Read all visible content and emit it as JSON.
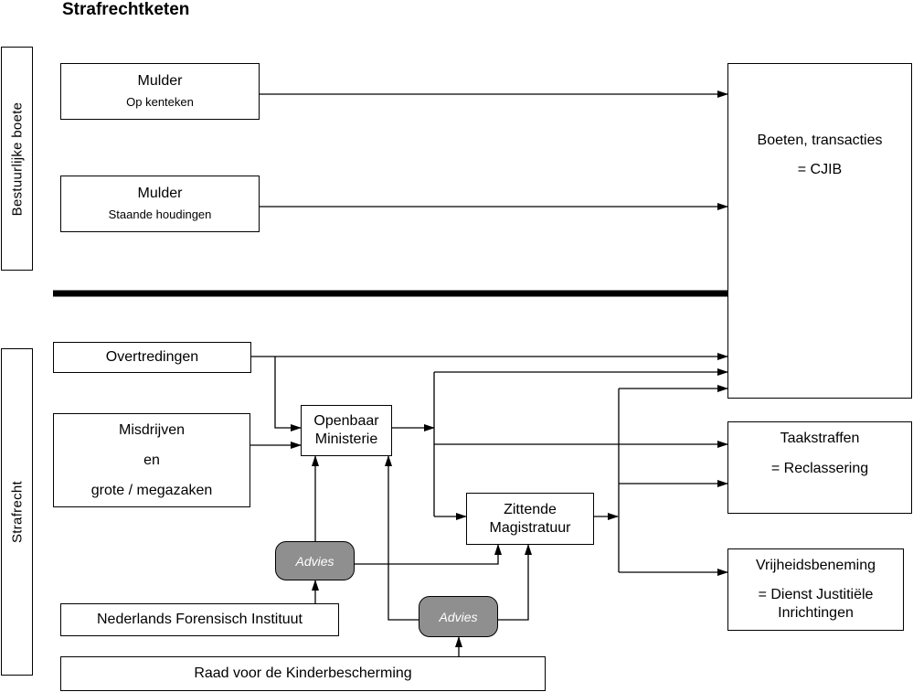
{
  "title": "Strafrechtketen",
  "sidebar": {
    "bestuurlijk": "Bestuurlijke  boete",
    "strafrecht": "Strafrecht"
  },
  "boxes": {
    "mulder1": {
      "title": "Mulder",
      "subtitle": "Op kenteken"
    },
    "mulder2": {
      "title": "Mulder",
      "subtitle": "Staande houdingen"
    },
    "boeten": {
      "line1": "Boeten, transacties",
      "line2": "= CJIB"
    },
    "overtredingen": {
      "label": "Overtredingen"
    },
    "misdrijven": {
      "line1": "Misdrijven",
      "line2": "en",
      "line3": "grote / megazaken"
    },
    "openbaar": {
      "line1": "Openbaar",
      "line2": "Ministerie"
    },
    "zittende": {
      "line1": "Zittende",
      "line2": "Magistratuur"
    },
    "taakstraffen": {
      "line1": "Taakstraffen",
      "line2": "= Reclassering"
    },
    "vrijheid": {
      "line1": "Vrijheidsbeneming",
      "line2": "= Dienst Justitiële",
      "line3": "Inrichtingen"
    },
    "nfi": {
      "label": "Nederlands Forensisch Instituut"
    },
    "raad": {
      "label": "Raad voor de Kinderbescherming"
    }
  },
  "advies": {
    "label1": "Advies",
    "label2": "Advies"
  },
  "colors": {
    "advies_fill": "#8f8f8f",
    "line": "#000000"
  }
}
